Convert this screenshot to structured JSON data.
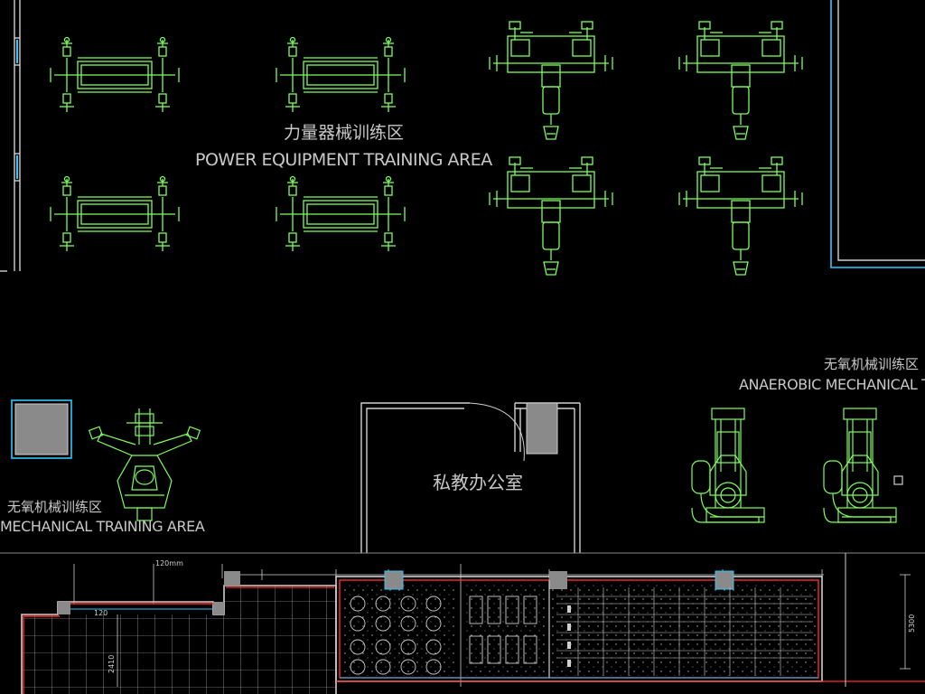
{
  "zones": {
    "power": {
      "cn": "力量器械训练区",
      "en": "POWER EQUIPMENT TRAINING AREA"
    },
    "anaerobic_right": {
      "cn": "无氧机械训练区",
      "en": "ANAEROBIC MECHANICAL TRA"
    },
    "anaerobic_left": {
      "cn": "无氧机械训练区",
      "en": "MECHANICAL TRAINING AREA"
    },
    "office": {
      "cn": "私教办公室"
    }
  },
  "dimensions": {
    "d1": "120",
    "d2": "120mm",
    "d3": "2410",
    "d4": "5300"
  },
  "colors": {
    "background": "#000000",
    "equipment": "#7cff5a",
    "wall": "#cfcfcf",
    "wall_accent": "#2ec8ff",
    "cut_line": "#ff2a2a",
    "label": "#c8c8c8",
    "column": "#8a8a8a"
  }
}
